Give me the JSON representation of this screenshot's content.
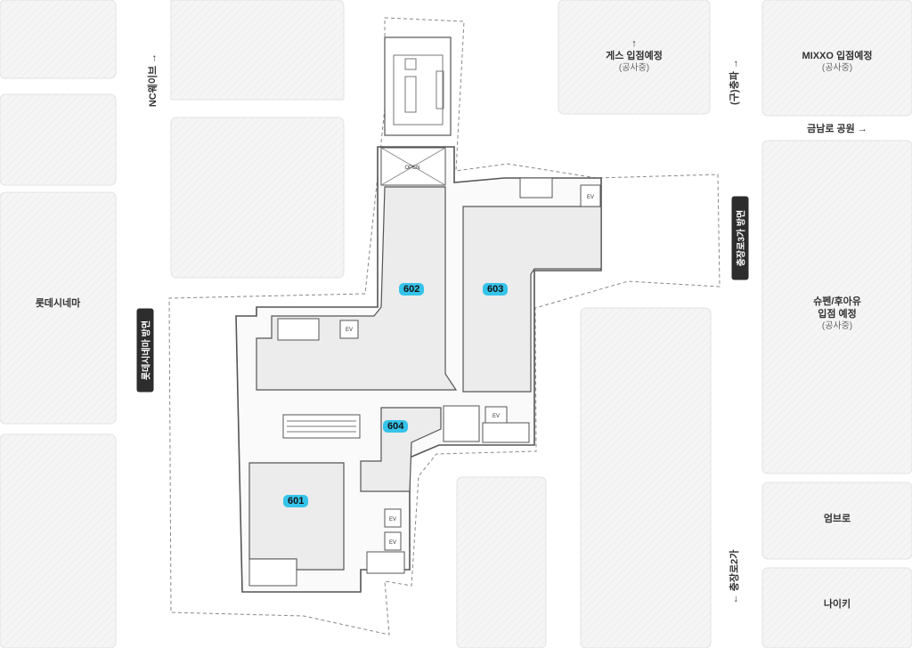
{
  "colors": {
    "unit_badge": "#35c3ea",
    "unit_floor": "#ececec",
    "wall": "#555555",
    "block": "#f4f4f4",
    "pill": "#2d2d2d"
  },
  "units": [
    {
      "id": "601"
    },
    {
      "id": "602"
    },
    {
      "id": "603"
    },
    {
      "id": "604"
    }
  ],
  "buildings": {
    "guess": {
      "name": "게스 입점예정",
      "sub": "(공사중)",
      "arrow": "↑"
    },
    "mixxo": {
      "name": "MIXXO 입점예정",
      "sub": "(공사중)"
    },
    "lotte_cinema": {
      "name": "롯데시네마"
    },
    "spao": {
      "name_line1": "슈펜/후아유",
      "name_line2": "입점 예정",
      "sub": "(공사중)"
    },
    "umbro": {
      "name": "엄브로"
    },
    "nike": {
      "name": "나이키"
    }
  },
  "streets": {
    "nc_wave": "NC웨이브 →",
    "old_chungpa": "(구)충파 →",
    "geumnamro_park": "금남로 공원 →",
    "chungjangro2": "← 충장로2가"
  },
  "direction_pills": {
    "lotte_cinema_side": "롯데시네마 방면",
    "chungjangro3_side": "충장로3가 방면"
  },
  "floor_marks": {
    "open": "OPEN",
    "ev": "EV"
  }
}
